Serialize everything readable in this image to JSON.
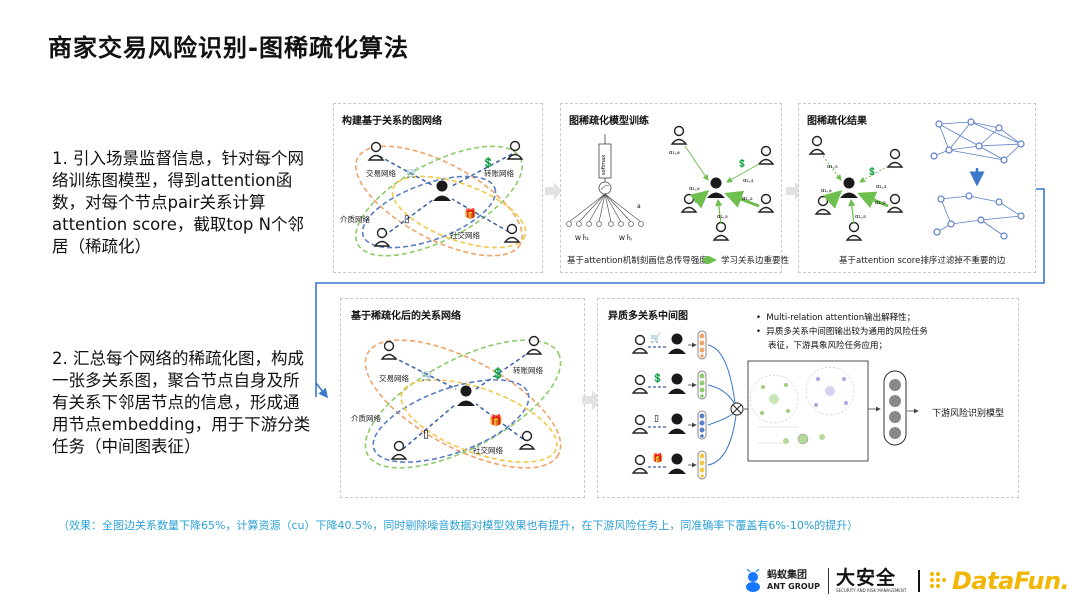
{
  "title": "商家交易风险识别-图稀疏化算法",
  "steps": {
    "step1": [
      "1. 引入场景监督信息，针对每个网",
      "络训练图模型，得到attention函",
      "数，对每个节点pair关系计算",
      "attention score，截取top N个邻",
      "居（稀疏化）"
    ],
    "step2": [
      "2. 汇总每个网络的稀疏化图，构成",
      "一张多关系图，聚合节点自身及所",
      "有关系下邻居节点的信息，形成通",
      "用节点embedding，用于下游分类",
      "任务（中间图表征）"
    ]
  },
  "panels": {
    "graph": {
      "title": "构建基于关系的图网络",
      "labels": {
        "trade": "交易网络",
        "transfer": "转账网络",
        "medium": "介质网络",
        "social": "社交网络"
      }
    },
    "train": {
      "title": "图稀疏化模型训练",
      "caption_left": "基于attention机制刻画信息传导强度",
      "caption_right": "学习关系边重要性",
      "greek": {
        "softmax": "softmax",
        "a": "a",
        "w1": "W h̄₁",
        "wj": "W h̄ⱼ",
        "a16": "α₁,ⱼ₆",
        "a15": "α₁,ⱼ₅",
        "a11": "α₁,ⱼ₁",
        "a14": "α₁,ⱼ₄",
        "a13": "α₁,ⱼ₃",
        "a12": "α₁,ⱼ₂"
      }
    },
    "result": {
      "title": "图稀疏化结果",
      "caption": "基于attention score排序过滤掉不重要的边"
    },
    "sparse": {
      "title": "基于稀疏化后的关系网络",
      "labels": {
        "trade": "交易网络",
        "transfer": "转账网络",
        "medium": "介质网络",
        "social": "社交网络"
      }
    },
    "multi": {
      "title": "异质多关系中间图",
      "bullet1": "Multi-relation attention输出解释性；",
      "bullet2a": "异质多关系中间图输出较为通用的风险任务",
      "bullet2b": "表征，下游具象风险任务应用；",
      "downstream": "下游风险识别模型"
    }
  },
  "effect": "（效果：全图边关系数量下降65%，计算资源（cu）下降40.5%，同时剔除噪音数据对模型效果也有提升，在下游风险任务上，同准确率下覆盖有6%-10%的提升）",
  "footer": {
    "ant_cn": "蚂蚁集团",
    "ant_en": "ANT GROUP",
    "safety_cn": "大安全",
    "safety_en": "SECURITY AND RISK MANAGEMENT",
    "datafun": "DataFun."
  },
  "colors": {
    "orange": "#f0a46a",
    "green": "#8ccc6c",
    "blue": "#5b7fc4",
    "yellow": "#f2c84b",
    "accent": "#2da1d6",
    "arrow": "#3a78c9"
  }
}
